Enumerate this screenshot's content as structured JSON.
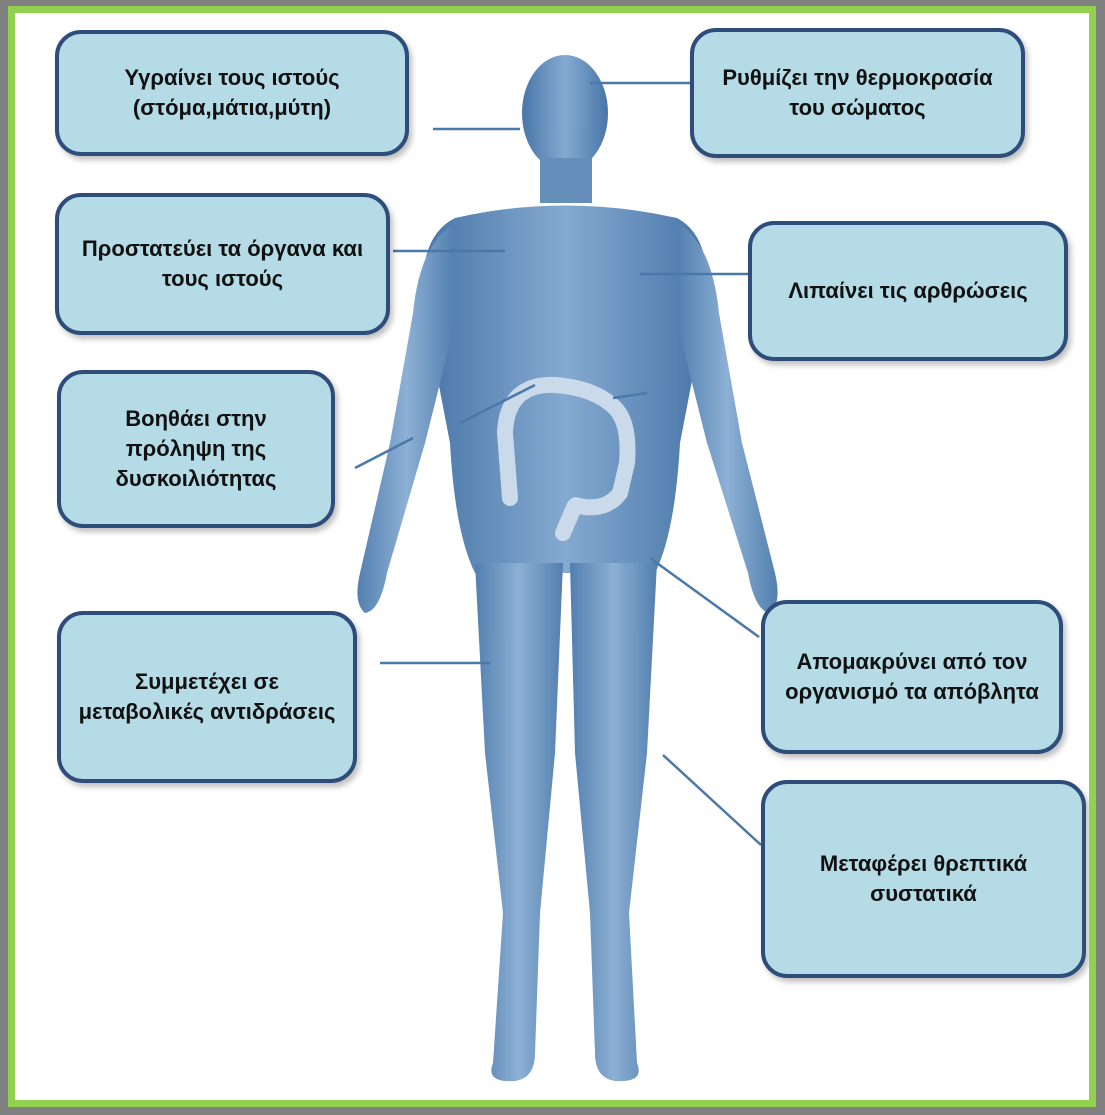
{
  "labels": {
    "moisturizes": "Υγραίνει τους ιστούς (στόμα,μάτια,μύτη)",
    "temperature": "Ρυθμίζει την θερμοκρασία του σώματος",
    "protects": "Προστατεύει τα όργανα και τους ιστούς",
    "lubricates": "Λιπαίνει τις αρθρώσεις",
    "constipation": "Βοηθάει στην πρόληψη της δυσκοιλιότητας",
    "metabolic": "Συμμετέχει σε μεταβολικές αντιδράσεις",
    "waste": "Απομακρύνει από τον οργανισμό τα απόβλητα",
    "nutrients": "Μεταφέρει θρεπτικά συστατικά"
  },
  "colors": {
    "border_frame": "#92d050",
    "box_fill": "#b4dbe6",
    "box_border": "#2e4d7a",
    "body_blue": "#5f8fbf",
    "connector": "#4a78a8"
  }
}
